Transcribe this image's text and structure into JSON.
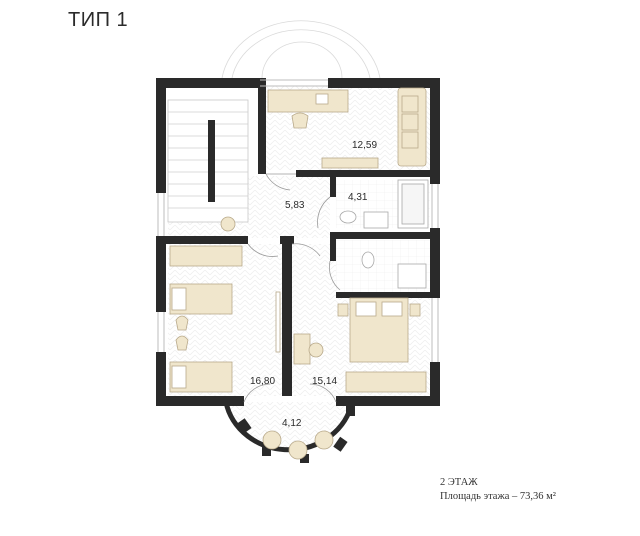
{
  "header": {
    "title": "ТИП 1"
  },
  "rooms": [
    {
      "id": "office",
      "area": "12,59"
    },
    {
      "id": "hall",
      "area": "5,83"
    },
    {
      "id": "bathroom-upper",
      "area": "4,31"
    },
    {
      "id": "kids-room",
      "area": "16,80"
    },
    {
      "id": "bedroom",
      "area": "15,14"
    },
    {
      "id": "bay",
      "area": "4,12"
    }
  ],
  "caption": {
    "floor": "2 ЭТАЖ",
    "area": "Площадь этажа – 73,36 м²"
  },
  "colors": {
    "wall": "#2a2a2a",
    "furniture": "#f0e6cc",
    "furniture_stroke": "#b8a98a",
    "floor_tile": "#ececec",
    "window": "#c9c9c9"
  }
}
